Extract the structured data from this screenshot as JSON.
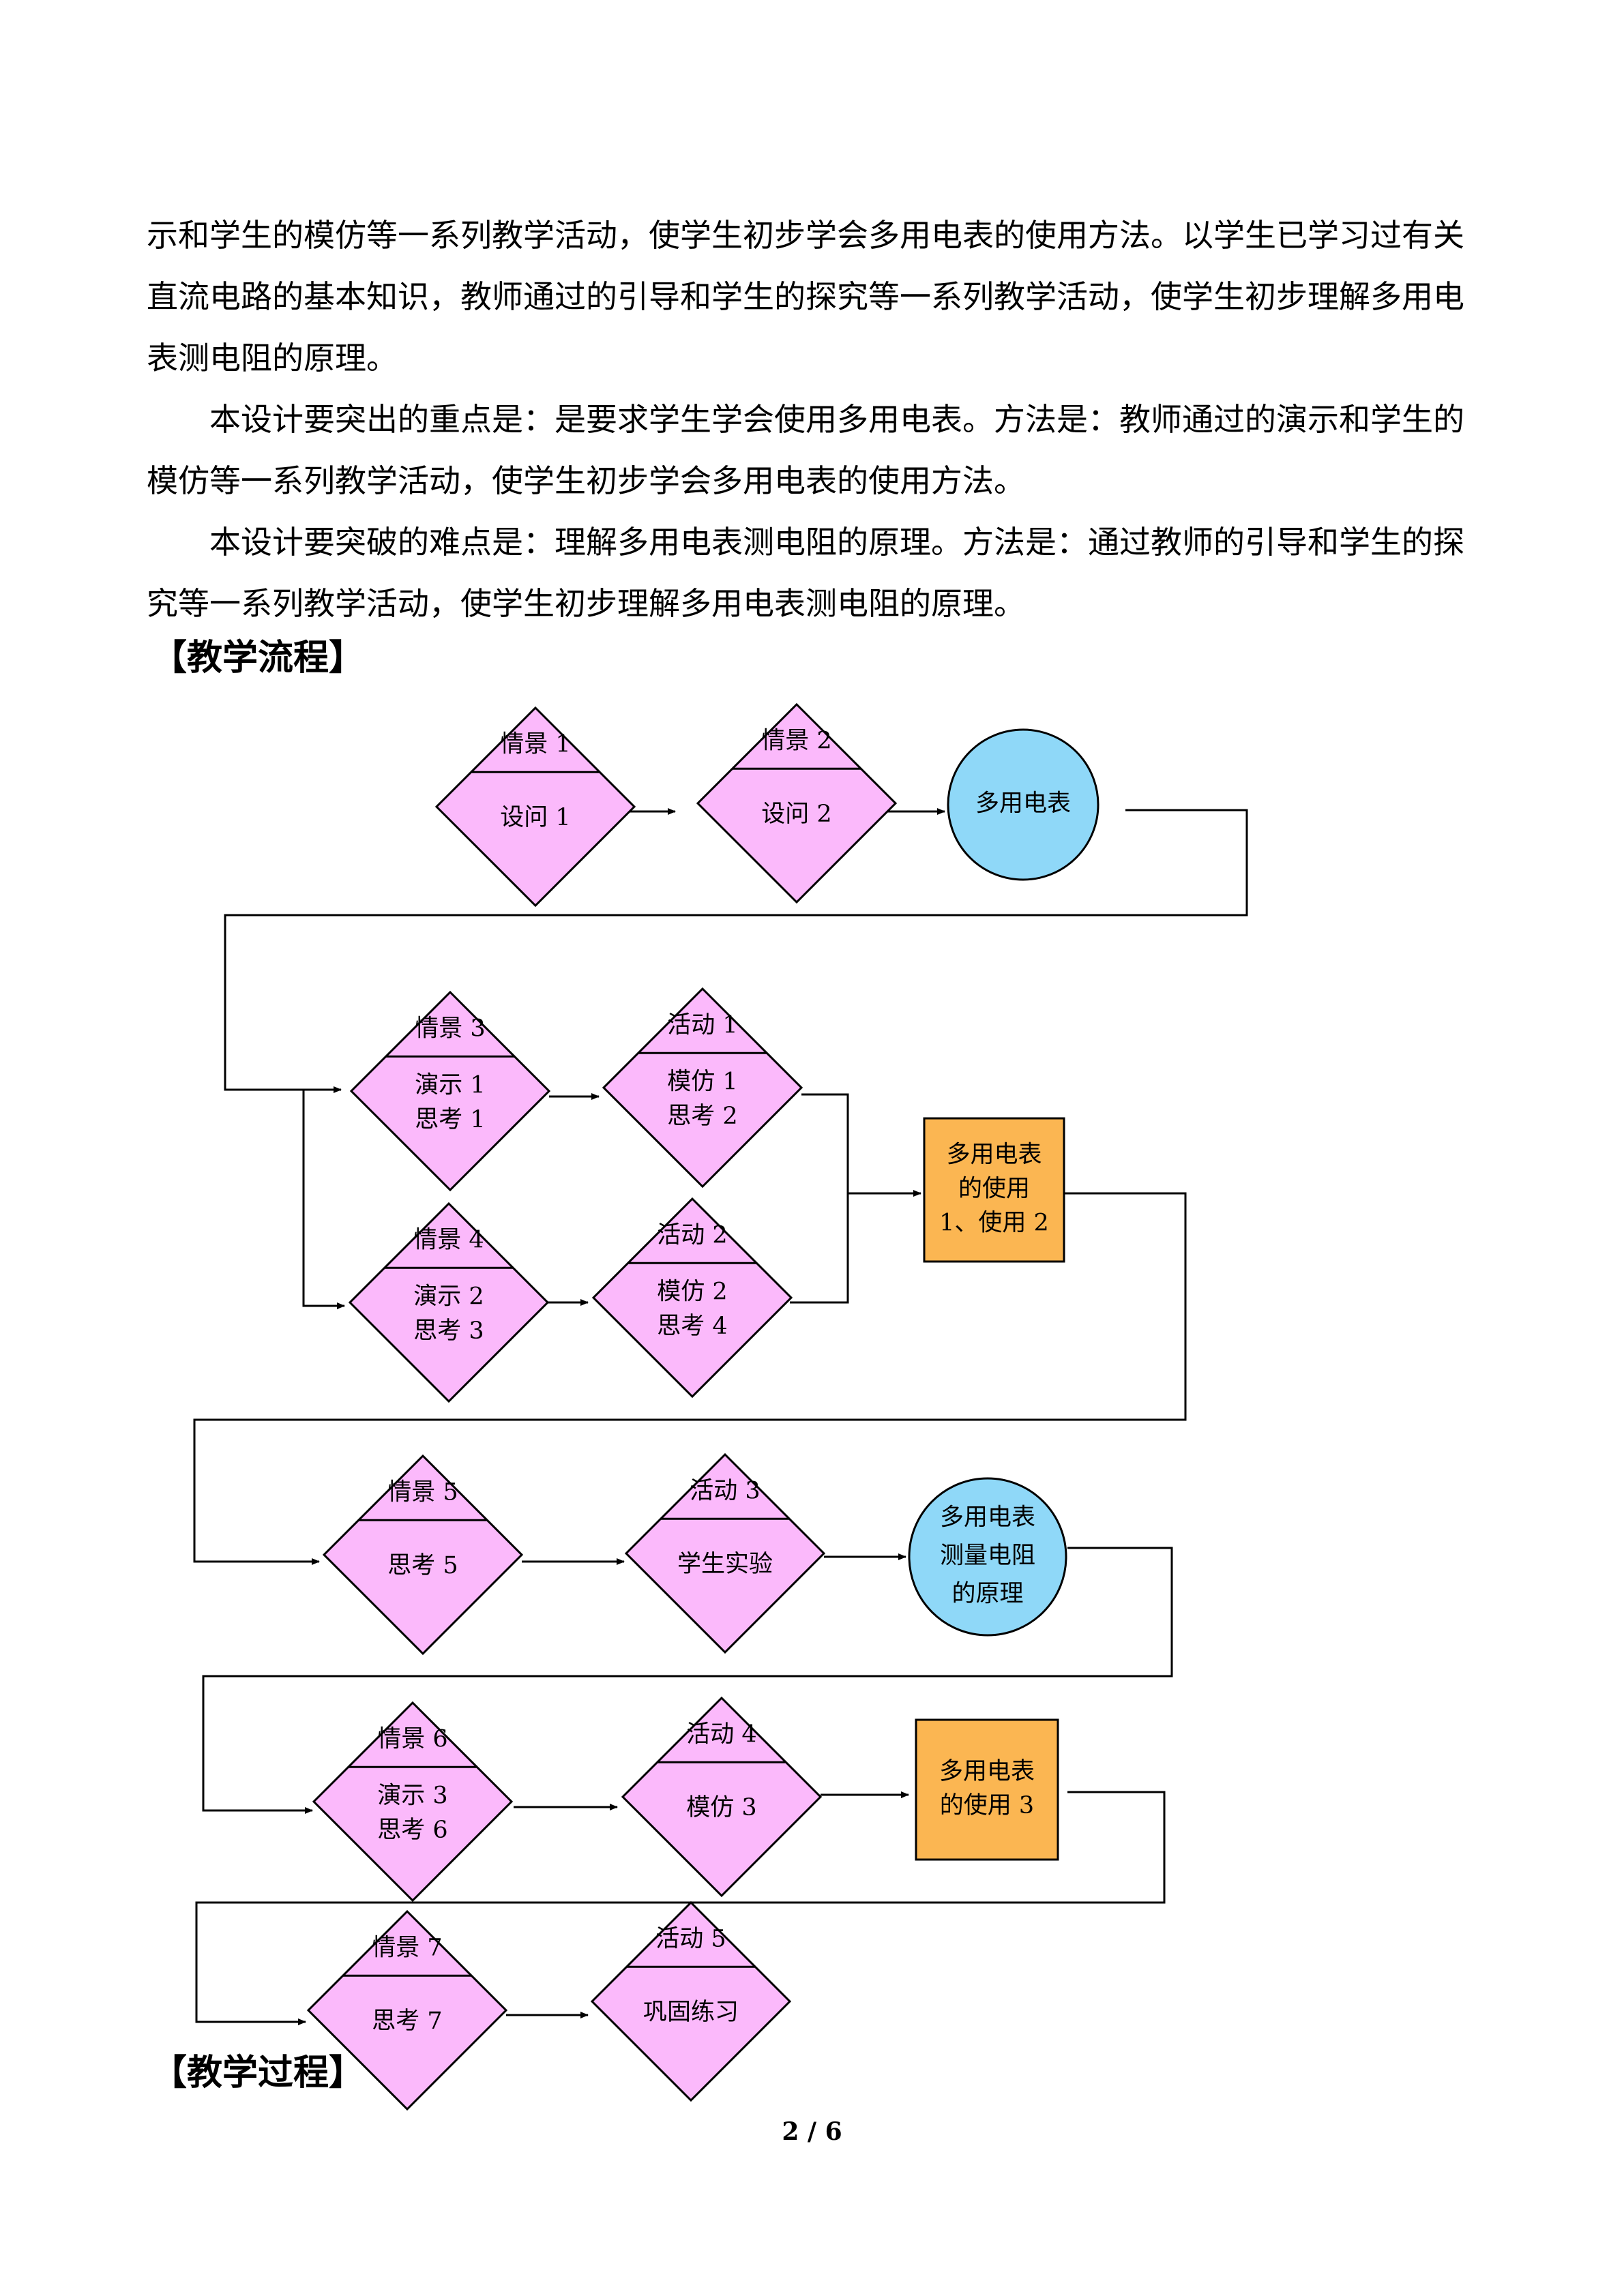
{
  "intro": {
    "para1": "示和学生的模仿等一系列教学活动，使学生初步学会多用电表的使用方法。以学生已学习过有关直流电路的基本知识，教师通过的引导和学生的探究等一系列教学活动，使学生初步理解多用电表测电阻的原理。",
    "para2": "本设计要突出的重点是：是要求学生学会使用多用电表。方法是：教师通过的演示和学生的模仿等一系列教学活动，使学生初步学会多用电表的使用方法。",
    "para3": "本设计要突破的难点是：理解多用电表测电阻的原理。方法是：通过教师的引导和学生的探究等一系列教学活动，使学生初步理解多用电表测电阻的原理。"
  },
  "headings": {
    "flow": "【教学流程】",
    "process": "【教学过程】"
  },
  "flowchart": {
    "colors": {
      "diamond": "#fbb9fb",
      "circle": "#8fd8f8",
      "box": "#fbb652",
      "line": "#000000"
    },
    "diamonds": [
      {
        "name": "scene-1",
        "top": "情景 1",
        "bottom": [
          "设问 1"
        ]
      },
      {
        "name": "scene-2",
        "top": "情景 2",
        "bottom": [
          "设问 2"
        ]
      },
      {
        "name": "scene-3",
        "top": "情景 3",
        "bottom": [
          "演示 1",
          "思考 1"
        ]
      },
      {
        "name": "activity-1",
        "top": "活动 1",
        "bottom": [
          "模仿 1",
          "思考 2"
        ]
      },
      {
        "name": "scene-4",
        "top": "情景 4",
        "bottom": [
          "演示 2",
          "思考 3"
        ]
      },
      {
        "name": "activity-2",
        "top": "活动 2",
        "bottom": [
          "模仿 2",
          "思考 4"
        ]
      },
      {
        "name": "scene-5",
        "top": "情景 5",
        "bottom": [
          "思考 5"
        ]
      },
      {
        "name": "activity-3",
        "top": "活动 3",
        "bottom": [
          "学生实验"
        ]
      },
      {
        "name": "scene-6",
        "top": "情景 6",
        "bottom": [
          "演示 3",
          "思考 6"
        ]
      },
      {
        "name": "activity-4",
        "top": "活动 4",
        "bottom": [
          "模仿 3"
        ]
      },
      {
        "name": "scene-7",
        "top": "情景 7",
        "bottom": [
          "思考 7"
        ]
      },
      {
        "name": "activity-5",
        "top": "活动 5",
        "bottom": [
          "巩固练习"
        ]
      }
    ],
    "circles": [
      {
        "name": "multimeter",
        "lines": [
          "多用电表"
        ]
      },
      {
        "name": "resistance-principle",
        "lines": [
          "多用电表",
          "测量电阻",
          "的原理"
        ]
      }
    ],
    "boxes": [
      {
        "name": "usage-1-2",
        "lines": [
          "多用电表",
          "的使用",
          "1、使用 2"
        ]
      },
      {
        "name": "usage-3",
        "lines": [
          "多用电表",
          "的使用 3"
        ]
      }
    ]
  },
  "footer": {
    "page": "2 / 6"
  }
}
